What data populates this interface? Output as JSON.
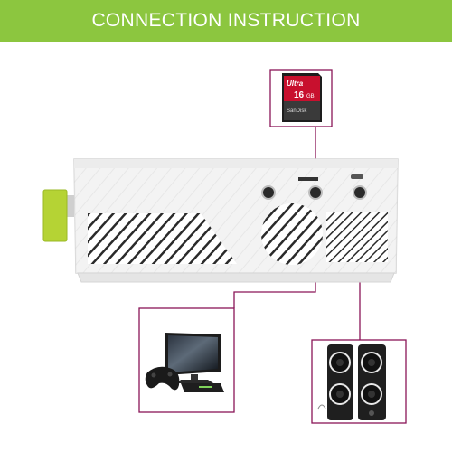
{
  "header": {
    "title": "CONNECTION INSTRUCTION"
  },
  "sd_card": {
    "brand_line": "Ultra",
    "capacity": "16",
    "capacity_unit": "GB",
    "maker": "SanDisk"
  },
  "colors": {
    "banner": "#8cc63f",
    "connector_line": "#8a1558",
    "hdmi_dongle": "#b5d334",
    "projector_body": "#f4f4f4"
  },
  "icons": [
    "sd-card-icon",
    "projector-icon",
    "hdmi-dongle-icon",
    "tv-console-icon",
    "speakers-icon"
  ]
}
